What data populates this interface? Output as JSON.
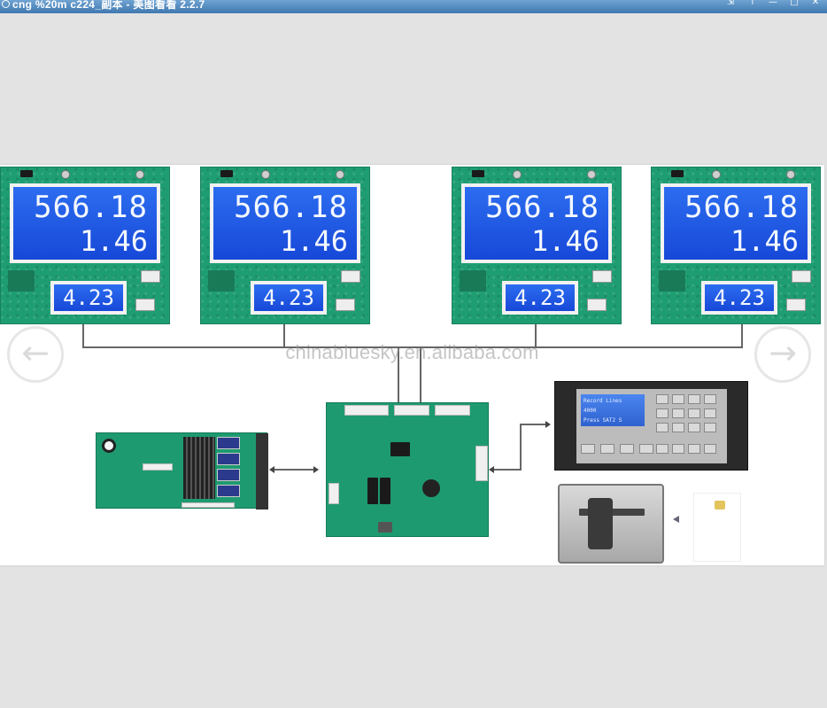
{
  "window": {
    "title": "cng %20m c224_副本 - 美图看看 2.2.7",
    "buttons": [
      "⇲",
      "↑",
      "—",
      "□",
      "✕"
    ]
  },
  "viewer": {
    "prev_arrow": "←",
    "next_arrow": "→",
    "watermark": "chinabluesky.en.alibaba.com"
  },
  "image": {
    "display_boards": [
      {
        "line1": "566.18",
        "line2": "1.46",
        "small": "4.23"
      },
      {
        "line1": "566.18",
        "line2": "1.46",
        "small": "4.23"
      },
      {
        "line1": "566.18",
        "line2": "1.46",
        "small": "4.23"
      },
      {
        "line1": "566.18",
        "line2": "1.46",
        "small": "4.23"
      }
    ],
    "keypad": {
      "lcd_lines": [
        "Record  Lines",
        "         4000",
        "Press SAT2 S"
      ]
    }
  }
}
